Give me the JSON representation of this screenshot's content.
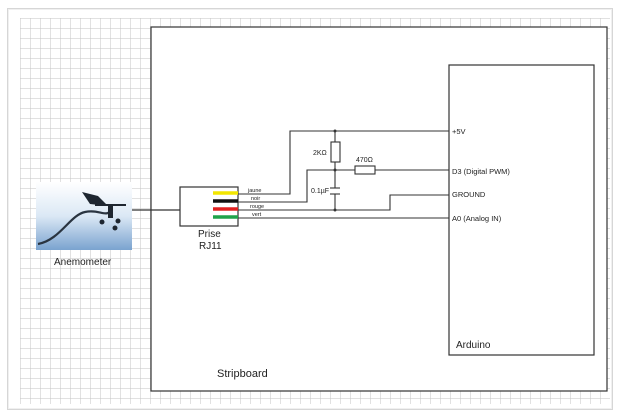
{
  "diagram": {
    "stripboard": {
      "label": "Stripboard"
    },
    "arduino": {
      "label": "Arduino",
      "pins": [
        {
          "id": "5v",
          "label": "+5V"
        },
        {
          "id": "d3",
          "label": "D3 (Digital PWM)"
        },
        {
          "id": "gnd",
          "label": "GROUND"
        },
        {
          "id": "a0",
          "label": "A0 (Analog IN)"
        }
      ]
    },
    "anemometer": {
      "label": "Anemometer"
    },
    "rj11": {
      "label_line1": "Prise",
      "label_line2": "RJ11",
      "wires": [
        {
          "label": "jaune",
          "color": "#f2e600"
        },
        {
          "label": "noir",
          "color": "#111111"
        },
        {
          "label": "rouge",
          "color": "#e02020"
        },
        {
          "label": "vert",
          "color": "#1fa34a"
        }
      ]
    },
    "components": {
      "r1": {
        "label": "2KΩ"
      },
      "r2": {
        "label": "470Ω"
      },
      "c1": {
        "label": "0.1µF"
      }
    }
  }
}
